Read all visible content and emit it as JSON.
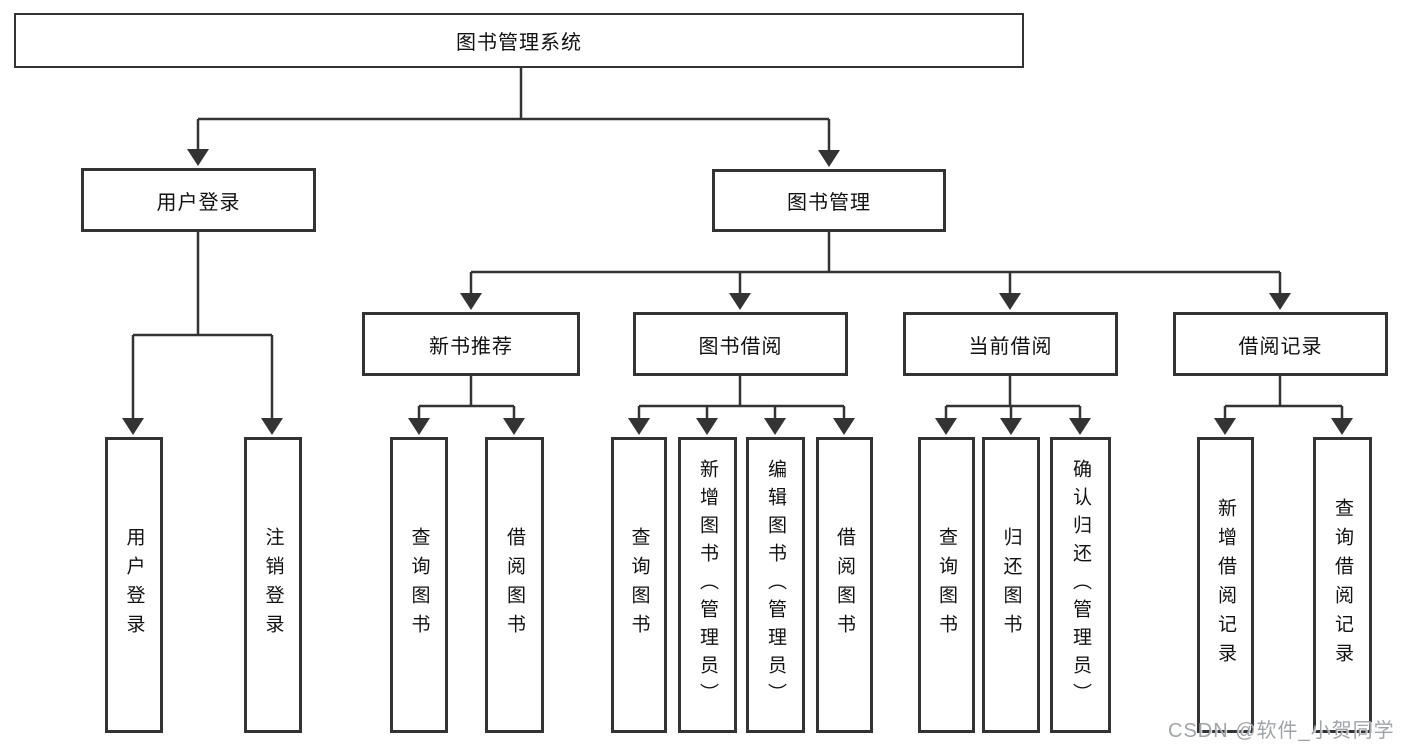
{
  "diagram": {
    "type": "hierarchy-tree",
    "line_color": "#333333",
    "box_border_color": "#333333",
    "box_fill_color": "#ffffff",
    "text_color": "#111111"
  },
  "tree": {
    "root": {
      "label": "图书管理系统"
    },
    "branches": [
      {
        "label": "用户登录",
        "children": [
          {
            "label": "用户登录"
          },
          {
            "label": "注销登录"
          }
        ]
      },
      {
        "label": "图书管理",
        "groups": [
          {
            "label": "新书推荐",
            "children": [
              {
                "label": "查询图书"
              },
              {
                "label": "借阅图书"
              }
            ]
          },
          {
            "label": "图书借阅",
            "children": [
              {
                "label": "查询图书"
              },
              {
                "label": "新增图书（管理员）"
              },
              {
                "label": "编辑图书（管理员）"
              },
              {
                "label": "借阅图书"
              }
            ]
          },
          {
            "label": "当前借阅",
            "children": [
              {
                "label": "查询图书"
              },
              {
                "label": "归还图书"
              },
              {
                "label": "确认归还（管理员）"
              }
            ]
          },
          {
            "label": "借阅记录",
            "children": [
              {
                "label": "新增借阅记录"
              },
              {
                "label": "查询借阅记录"
              }
            ]
          }
        ]
      }
    ]
  },
  "watermark": {
    "text": "CSDN @软件_小贺同学",
    "color": "#9fa4ab"
  }
}
